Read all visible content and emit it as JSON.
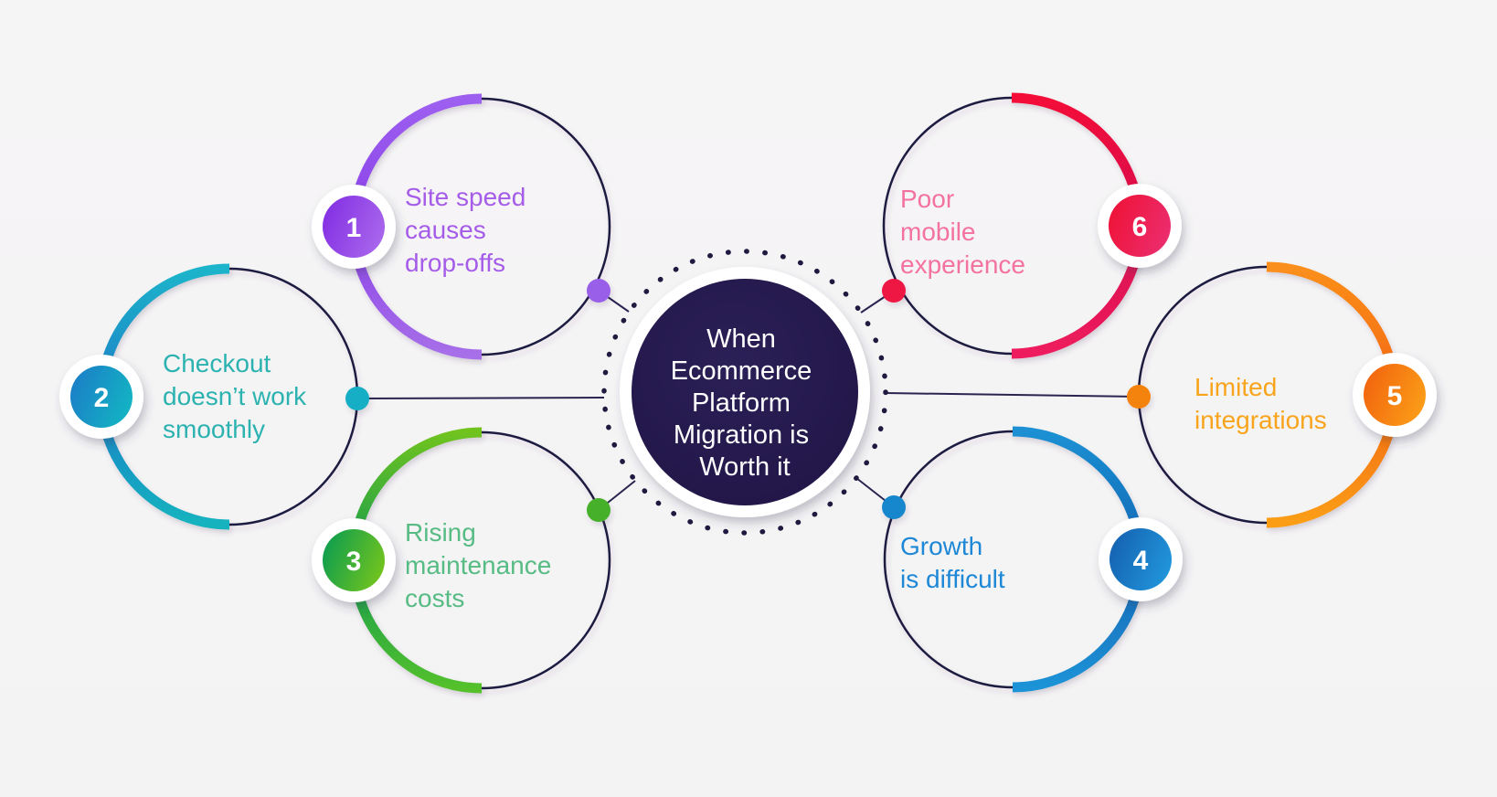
{
  "title": {
    "full": "When Ecommerce Platform Migration is Worth it",
    "lines": [
      "When",
      "Ecommerce",
      "Platform",
      "Migration is",
      "Worth it"
    ]
  },
  "items": [
    {
      "number": "1",
      "label": "Site speed causes drop-offs",
      "lines": [
        "Site speed",
        "causes",
        "drop-offs"
      ],
      "text_color": "#a55ce8",
      "badge_gradient": [
        "#8430e3",
        "#a968ec"
      ],
      "arc_gradient": [
        "#9d5ff0",
        "#8a41e8",
        "#a76fe8"
      ],
      "dot_color": "#9a5fe8",
      "side": "left"
    },
    {
      "number": "2",
      "label": "Checkout doesn’t work smoothly",
      "lines": [
        "Checkout",
        "doesn’t work",
        "smoothly"
      ],
      "text_color": "#2cb2b0",
      "badge_gradient": [
        "#1b7fc7",
        "#13b5c3"
      ],
      "arc_gradient": [
        "#1cb4ca",
        "#1b7fc7",
        "#17b3bf"
      ],
      "dot_color": "#12aec5",
      "side": "left"
    },
    {
      "number": "3",
      "label": "Rising maintenance costs",
      "lines": [
        "Rising",
        "maintenance",
        "costs"
      ],
      "text_color": "#57bb84",
      "badge_gradient": [
        "#0f9e4e",
        "#74c41d"
      ],
      "arc_gradient": [
        "#70c31f",
        "#119b50",
        "#54c02b"
      ],
      "dot_color": "#46b02c",
      "side": "left"
    },
    {
      "number": "4",
      "label": "Growth is difficult",
      "lines": [
        "Growth",
        "is difficult"
      ],
      "text_color": "#1e87d6",
      "badge_gradient": [
        "#1563b2",
        "#2196db"
      ],
      "arc_gradient": [
        "#1b90d3",
        "#1464b3",
        "#1f93d7"
      ],
      "dot_color": "#1787cd",
      "side": "right"
    },
    {
      "number": "5",
      "label": "Limited integrations",
      "lines": [
        "Limited",
        "integrations"
      ],
      "text_color": "#f8a41c",
      "badge_gradient": [
        "#f2650e",
        "#fb9e18"
      ],
      "arc_gradient": [
        "#fb8f1b",
        "#f2660d",
        "#fb9e18"
      ],
      "dot_color": "#f4830d",
      "side": "right"
    },
    {
      "number": "6",
      "label": "Poor mobile experience",
      "lines": [
        "Poor",
        "mobile",
        "experience"
      ],
      "text_color": "#f4729f",
      "badge_gradient": [
        "#ee1338",
        "#ec2d6f"
      ],
      "arc_gradient": [
        "#f31139",
        "#d60f4e",
        "#ee1c5e"
      ],
      "dot_color": "#ee1243",
      "side": "right"
    }
  ],
  "colors": {
    "background": "#f5f4f5",
    "outline_navy": "#1e1a40",
    "connector": "#2a2550",
    "center_fill": "#261b4e",
    "center_halo": "#ffffff",
    "center_text": "#ffffff"
  }
}
